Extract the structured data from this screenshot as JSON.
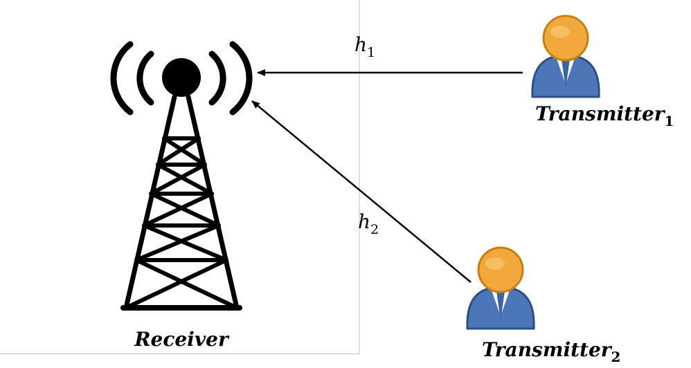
{
  "nodes": {
    "receiver": {
      "label": "Receiver",
      "icon": "antenna-tower-icon"
    },
    "transmitter_1": {
      "label": "Transmitter",
      "subscript": "1",
      "icon": "person-icon"
    },
    "transmitter_2": {
      "label": "Transmitter",
      "subscript": "2",
      "icon": "person-icon"
    }
  },
  "edges": [
    {
      "from": "transmitter_1",
      "to": "receiver",
      "label": "h",
      "subscript": "1"
    },
    {
      "from": "transmitter_2",
      "to": "receiver",
      "label": "h",
      "subscript": "2"
    }
  ],
  "colors": {
    "stroke": "#000000",
    "frame": "#bfbfbf",
    "person_head": "#f2a93b",
    "person_head_stroke": "#c77f10",
    "person_body": "#4b77b8",
    "person_body_stroke": "#2b4f86",
    "person_collar": "#ffffff"
  }
}
